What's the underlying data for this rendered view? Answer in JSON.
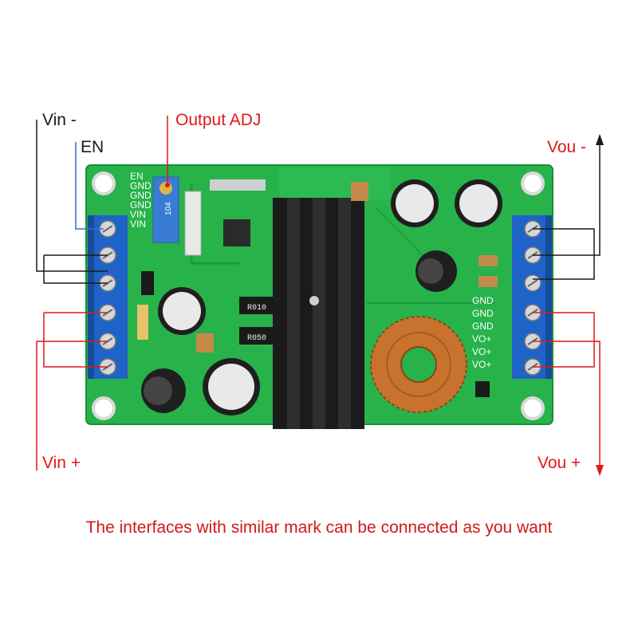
{
  "labels": {
    "vin_minus": "Vin -",
    "en": "EN",
    "output_adj": "Output ADJ",
    "vou_minus": "Vou -",
    "vin_plus": "Vin +",
    "vou_plus": "Vou +"
  },
  "board": {
    "left_pins": [
      "EN",
      "GND",
      "GND",
      "GND",
      "VIN",
      "VIN"
    ],
    "right_pins": [
      "GND",
      "GND",
      "GND",
      "VO+",
      "VO+",
      "VO+"
    ],
    "trimpot_text": "104",
    "resistor_1": "R010",
    "resistor_2": "R050"
  },
  "note": "The interfaces with similar mark can be connected as you want",
  "colors": {
    "pcb": "#27b24a",
    "terminal": "#1f63c9",
    "red_wire": "#e01818",
    "blue_wire": "#3a6fc8",
    "black_wire": "#1a1a1a",
    "heatsink": "#1b1b1b",
    "copper": "#c8722e"
  }
}
